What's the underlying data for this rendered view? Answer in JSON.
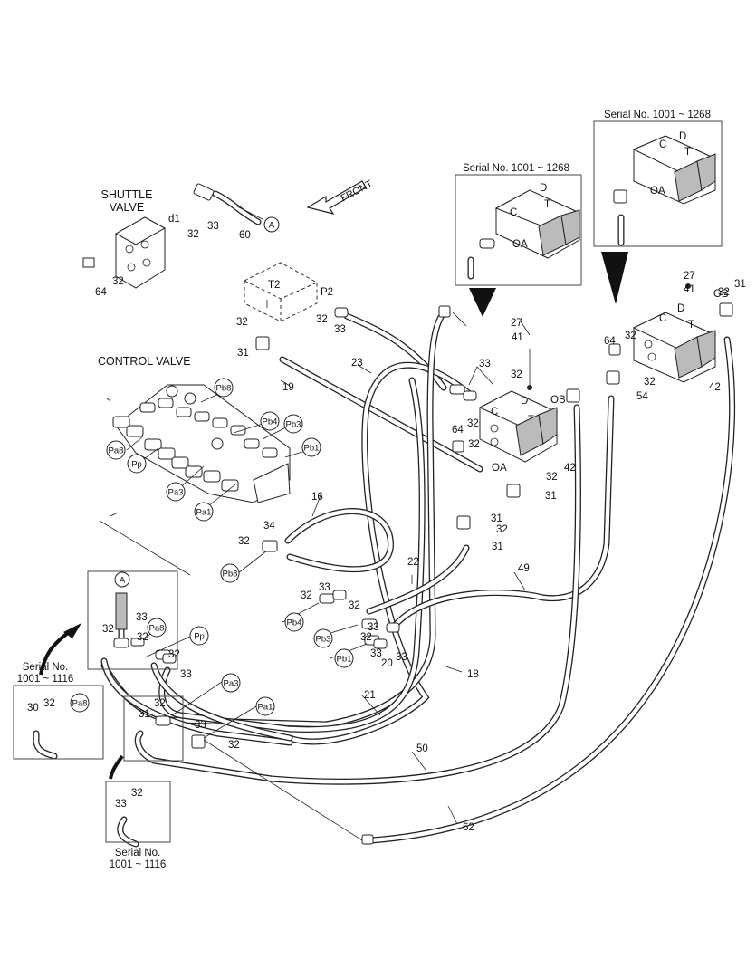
{
  "titles": {
    "shuttle_valve": [
      "SHUTTLE",
      "VALVE"
    ],
    "control_valve": "CONTROL VALVE",
    "front": "FRONT"
  },
  "serial_notes": {
    "top_right_outer": "Serial No. 1001 ~ 1268",
    "top_right_inner": "Serial No. 1001 ~ 1268",
    "left_mid": [
      "Serial No.",
      "1001 ~ 1116"
    ],
    "left_bottom": [
      "Serial No.",
      "1001 ~ 1116"
    ]
  },
  "circle_labels": [
    "A",
    "A",
    "Pb8",
    "Pb4",
    "Pb3",
    "Pb1",
    "Pa8",
    "Pp",
    "Pa3",
    "Pa1",
    "Pb8",
    "Pb4",
    "Pb3",
    "Pb1",
    "Pa8",
    "Pp",
    "Pa3",
    "Pa1",
    "Pa8"
  ],
  "port_labels": [
    "T2",
    "P2",
    "C",
    "D",
    "T",
    "OA",
    "OB",
    "C",
    "D",
    "T",
    "OA",
    "C",
    "D",
    "T",
    "OA",
    "C",
    "D",
    "T",
    "OB"
  ],
  "part_numbers": [
    "d1",
    "32",
    "33",
    "60",
    "64",
    "32",
    "32",
    "32",
    "33",
    "31",
    "19",
    "23",
    "33",
    "32",
    "27",
    "41",
    "32",
    "64",
    "32",
    "31",
    "42",
    "32",
    "31",
    "32",
    "31",
    "16",
    "34",
    "32",
    "22",
    "49",
    "33",
    "32",
    "33",
    "32",
    "33",
    "32",
    "33",
    "20",
    "18",
    "21",
    "50",
    "62",
    "32",
    "33",
    "32",
    "32",
    "33",
    "32",
    "31",
    "33",
    "32",
    "30",
    "32",
    "33",
    "32",
    "27",
    "41",
    "32",
    "31",
    "64",
    "32",
    "32",
    "54",
    "42"
  ]
}
